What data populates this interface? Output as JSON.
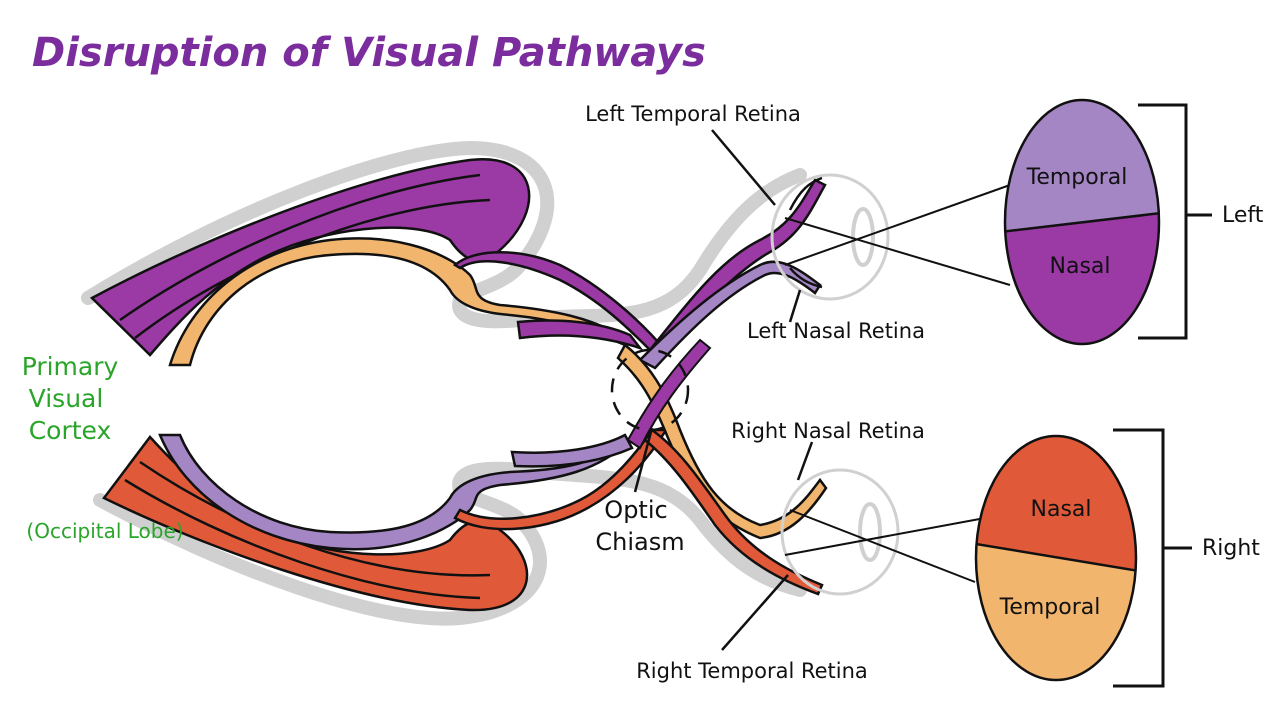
{
  "title": "Disruption of Visual Pathways",
  "colors": {
    "title": "#7b2d9e",
    "green_label": "#2aa52a",
    "purple_dark": "#9b3aa5",
    "purple_light": "#a486c4",
    "orange": "#f2b56e",
    "red": "#e05a3a",
    "outline": "#111111",
    "halo": "#d0d0d0"
  },
  "labels": {
    "cortex_line1": "Primary",
    "cortex_line2": "Visual",
    "cortex_line3": "Cortex",
    "occipital": "(Occipital Lobe)",
    "optic_line1": "Optic",
    "optic_line2": "Chiasm",
    "left_temporal_retina": "Left Temporal Retina",
    "left_nasal_retina": "Left Nasal Retina",
    "right_nasal_retina": "Right Nasal Retina",
    "right_temporal_retina": "Right Temporal Retina"
  },
  "visual_fields": {
    "left": {
      "side_label": "Left",
      "upper": "Temporal",
      "lower": "Nasal",
      "upper_color": "#a486c4",
      "lower_color": "#9b3aa5"
    },
    "right": {
      "side_label": "Right",
      "upper": "Nasal",
      "lower": "Temporal",
      "upper_color": "#e05a3a",
      "lower_color": "#f2b56e"
    }
  }
}
